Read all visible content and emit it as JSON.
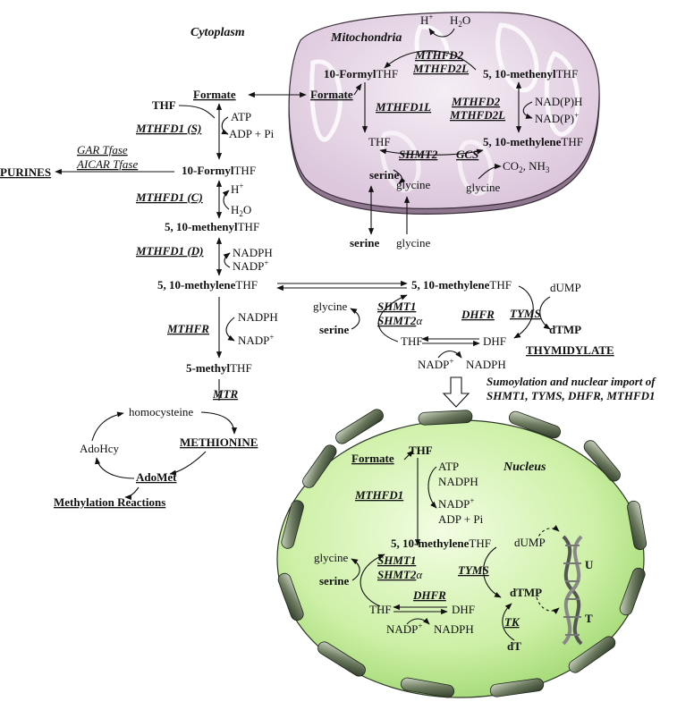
{
  "compartments": {
    "cytoplasm": "Cytoplasm",
    "mitochondria": "Mitochondria",
    "nucleus": "Nucleus"
  },
  "mito": {
    "h": "H",
    "plus": "+",
    "h2o": "H",
    "h2o_sub": "2",
    "h2o_tail": "O",
    "formyl_bold": "10-Formyl",
    "formyl_tail": "THF",
    "methenyl_bold": "5, 10-methenyl",
    "methenyl_tail": "THF",
    "mthfd2_a": "MTHFD2",
    "mthfd2l_a": "MTHFD2L",
    "formate": "Formate",
    "mthfd1l": "MTHFD1L",
    "mthfd2_b": "MTHFD2",
    "mthfd2l_b": "MTHFD2L",
    "nadph": "NAD(P)H",
    "nadp": "NAD(P)",
    "thf": "THF",
    "shmt2": "SHMT2",
    "gcs": "GCS",
    "methylene_bold": "5, 10-methylene",
    "methylene_tail": "THF",
    "serine": "serine",
    "glycine_a": "glycine",
    "glycine_b": "glycine",
    "co2_nh3": "CO",
    "co2_sub": "2",
    "co2_tail": ", NH",
    "nh3_sub": "3"
  },
  "cyto": {
    "formate": "Formate",
    "thf": "THF",
    "atp": "ATP",
    "mthfd1s": "MTHFD1 (S)",
    "adp_pi": "ADP + Pi",
    "gar": "GAR Tfase",
    "aicar": "AICAR Tfase",
    "purines": "PURINES",
    "formyl_bold": "10-Formyl",
    "formyl_tail": "THF",
    "mthfd1c": "MTHFD1 (C)",
    "h": "H",
    "h2o": "H",
    "h2o_sub": "2",
    "h2o_tail": "O",
    "methenyl_bold": "5, 10-methenyl",
    "methenyl_tail": "THF",
    "mthfd1d": "MTHFD1 (D)",
    "nadph": "NADPH",
    "nadp": "NADP",
    "methylene_bold": "5, 10-methylene",
    "methylene_tail": "THF",
    "mthfr": "MTHFR",
    "nadph2": "NADPH",
    "nadp2": "NADP",
    "methyl_bold": "5-methyl",
    "methyl_tail": "THF",
    "mtr": "MTR",
    "homocysteine": "homocysteine",
    "adohcy": "AdoHcy",
    "methionine": "METHIONINE",
    "adomet": "AdoMet",
    "methylation": "Methylation Reactions",
    "serine_out": "serine",
    "glycine_out": "glycine"
  },
  "thymidylate": {
    "methylene_bold": "5, 10-methylene",
    "methylene_tail": "THF",
    "glycine": "glycine",
    "serine": "serine",
    "shmt1": "SHMT1",
    "shmt2a": "SHMT2",
    "alpha": "α",
    "tyms": "TYMS",
    "dump": "dUMP",
    "dtmp": "dTMP",
    "dhfr": "DHFR",
    "thf": "THF",
    "dhf": "DHF",
    "nadp": "NADP",
    "nadph": "NADPH",
    "thymidylate": "THYMIDYLATE",
    "sumo1": "Sumoylation and nuclear import of",
    "sumo2": "SHMT1, TYMS, DHFR, MTHFD1"
  },
  "nucleus": {
    "formate": "Formate",
    "thf": "THF",
    "atp": "ATP",
    "nadph": "NADPH",
    "mthfd1": "MTHFD1",
    "nadp": "NADP",
    "adp_pi": "ADP + Pi",
    "methylene_bold": "5, 10-methylene",
    "methylene_tail": "THF",
    "dump": "dUMP",
    "glycine": "glycine",
    "shmt1": "SHMT1",
    "shmt2a": "SHMT2",
    "alpha": "α",
    "serine": "serine",
    "tyms": "TYMS",
    "dtmp": "dTMP",
    "dhfr": "DHFR",
    "dhf": "DHF",
    "nadp2": "NADP",
    "nadph2": "NADPH",
    "tk": "TK",
    "dt": "dT",
    "u": "U",
    "t": "T"
  }
}
